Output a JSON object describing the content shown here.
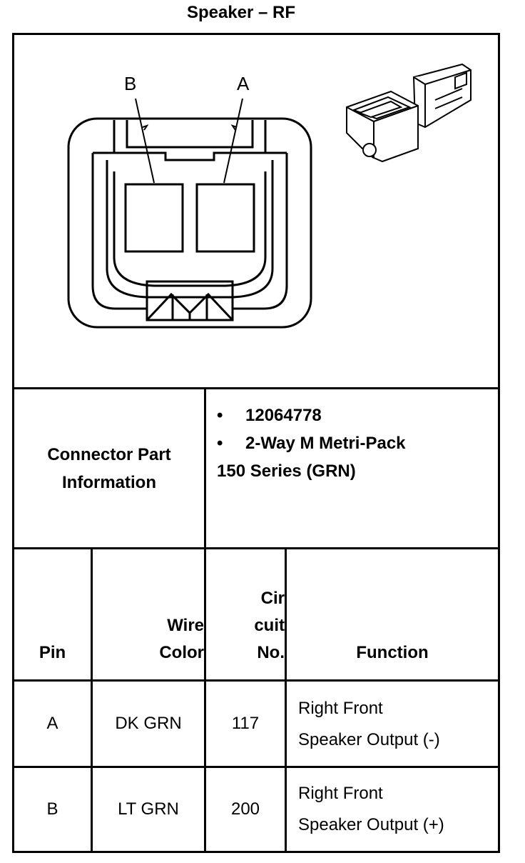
{
  "title": "Speaker – RF",
  "connector": {
    "pin_labels": [
      "B",
      "A"
    ]
  },
  "part_info": {
    "label_line1": "Connector Part",
    "label_line2": "Information",
    "bullet": "•",
    "part_number": "12064778",
    "description": "2-Way M Metri-Pack",
    "series": "150 Series (GRN)"
  },
  "table": {
    "headers": {
      "pin": "Pin",
      "wire_color_line1": "Wire",
      "wire_color_line2": "Color",
      "circuit_line1": "Cir",
      "circuit_line2": "cuit",
      "circuit_line3": "No.",
      "function": "Function"
    },
    "rows": [
      {
        "pin": "A",
        "wire_color": "DK GRN",
        "circuit": "117",
        "function_line1": "Right Front",
        "function_line2": "Speaker Output (-)"
      },
      {
        "pin": "B",
        "wire_color": "LT GRN",
        "circuit": "200",
        "function_line1": "Right Front",
        "function_line2": "Speaker Output (+)"
      }
    ]
  }
}
